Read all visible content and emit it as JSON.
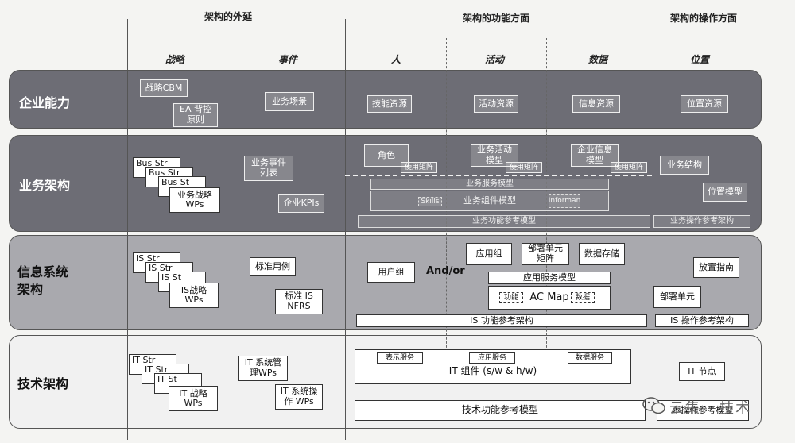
{
  "headers": {
    "extension": "架构的外延",
    "functional": "架构的功能方面",
    "operational": "架构的操作方面"
  },
  "subheaders": {
    "strategy": "战略",
    "event": "事件",
    "people": "人",
    "activity": "活动",
    "data": "数据",
    "location": "位置"
  },
  "rows": {
    "enterprise": {
      "title": "企业能力",
      "strategy_cbm": "战略CBM",
      "ea_principles": "EA 背控原则",
      "business_scenario": "业务场景",
      "skill_resource": "技能资源",
      "activity_resource": "活动资源",
      "information_resource": "信息资源",
      "location_resource": "位置资源"
    },
    "business": {
      "title": "业务架构",
      "stack_cards": [
        "Bus Str",
        "Bus Str",
        "Bus St"
      ],
      "stack_last": "业务战略 WPs",
      "event_list": "业务事件 列表",
      "enterprise_kpis": "企业KPIs",
      "role": "角色",
      "usage_matrix_1": "使用矩阵",
      "business_activity_model": "业务活动 模型",
      "usage_matrix_2": "使用矩阵",
      "enterprise_info_model": "企业信息 模型",
      "usage_matrix_3": "使用矩阵",
      "business_structure": "业务结构",
      "location_model": "位置模型",
      "business_service_model": "业务服务模型",
      "component_model": "业务组件模型",
      "skills": "Skills",
      "inform": "Informan",
      "business_functional_ref": "业务功能参考模型",
      "business_operational_ref": "业务操作参考架构"
    },
    "is": {
      "title": "信息系统 架构",
      "stack_cards": [
        "IS Str",
        "IS Str",
        "IS St"
      ],
      "stack_last": "IS战略 WPs",
      "standard_use_cases": "标准用例",
      "standard_nfrs": "标准 IS NFRS",
      "user_group": "用户组",
      "andor": "And/or",
      "application_group": "应用组",
      "deployment_unit_matrix": "部署单元 矩阵",
      "data_storage": "数据存储",
      "application_service_model": "应用服务模型",
      "function": "功能",
      "ac_map": "AC Map",
      "data_small": "数据",
      "is_functional_ref": "IS 功能参考架构",
      "placement_guide": "放置指南",
      "deployment_unit": "部署单元",
      "is_operational_ref": "IS 操作参考架构"
    },
    "tech": {
      "title": "技术架构",
      "stack_cards": [
        "IT Str",
        "IT Str",
        "IT St"
      ],
      "stack_last": "IT 战略 WPs",
      "it_system_management": "IT 系统管 理WPs",
      "it_system_operation": "IT 系统操 作 WPs",
      "presentation_service": "表示服务",
      "application_service": "应用服务",
      "data_service": "数据服务",
      "it_components": "IT 组件 (s/w & h/w)",
      "it_node": "IT 节点",
      "tech_functional_ref": "技术功能参考模型",
      "tech_operational_ref": "术操作参考模型"
    }
  },
  "watermark": "云集 · 技术",
  "colors": {
    "dark_band": "#6d6d75",
    "mid_band": "#a9a9ae",
    "light_band": "#f1f1f1"
  }
}
